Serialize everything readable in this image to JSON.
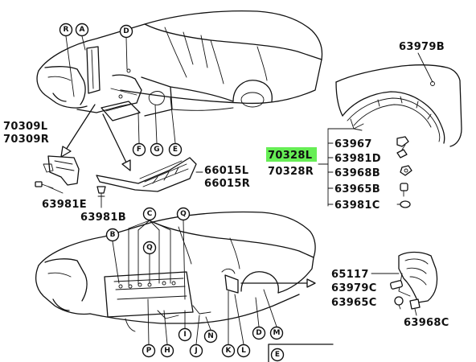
{
  "accent_color": "#66ee55",
  "top_callouts": [
    "R",
    "A",
    "D",
    "F",
    "G",
    "E"
  ],
  "bottom_callouts": {
    "top_row": [
      "B",
      "C",
      "Q",
      "Q"
    ],
    "bottom_row": [
      "P",
      "H",
      "I",
      "J",
      "N",
      "K",
      "L",
      "D",
      "M"
    ],
    "box_label": "E"
  },
  "part_numbers": {
    "p63979B": "63979B",
    "p70309L": "70309L",
    "p70309R": "70309R",
    "p66015L": "66015L",
    "p66015R": "66015R",
    "p63981E": "63981E",
    "p63981B": "63981B",
    "p70328L": "70328L",
    "p70328R": "70328R",
    "p63967": "63967",
    "p63981D": "63981D",
    "p63968B": "63968B",
    "p63965B": "63965B",
    "p63981C": "63981C",
    "p65117": "65117",
    "p63979C": "63979C",
    "p63965C": "63965C",
    "p63968C": "63968C"
  },
  "highlighted_part": "70328L"
}
